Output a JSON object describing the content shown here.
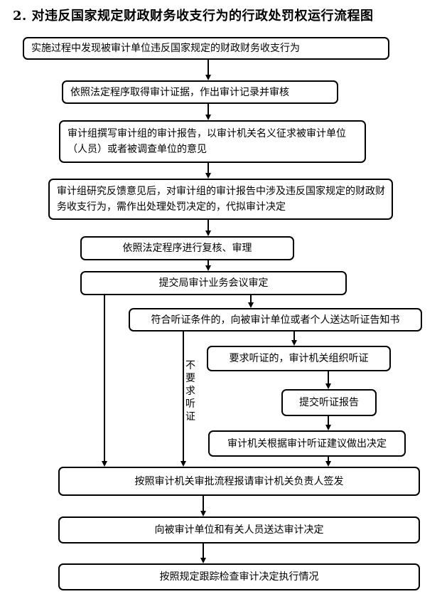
{
  "title": "2. 对违反国家规定财政财务收支行为的行政处罚权运行流程图",
  "steps": {
    "s1": "实施过程中发现被审计单位违反国家规定的财政财务收支行为",
    "s2": "依照法定程序取得审计证据，作出审计记录并审核",
    "s3": "审计组撰写审计组的审计报告，以审计机关名义征求被审计单位（人员）或者被调查单位的意见",
    "s4": "审计组研究反馈意见后，对审计组的审计报告中涉及违反国家规定的财政财务收支行为，需作出处理处罚决定的，代拟审计决定",
    "s5": "依照法定程序进行复核、审理",
    "s6": "提交局审计业务会议审定",
    "s7": "符合听证条件的，向被审计单位或者个人送达听证告知书",
    "s8": "要求听证的，审计机关组织听证",
    "s9": "提交听证报告",
    "s10": "审计机关根据审计听证建议做出决定",
    "s11": "按照审计机关审批流程报请审计机关负责人签发",
    "s12": "向被审计单位和有关人员送达审计决定",
    "s13": "按照规定跟踪检查审计决定执行情况"
  },
  "branch_label": "不要求听证"
}
